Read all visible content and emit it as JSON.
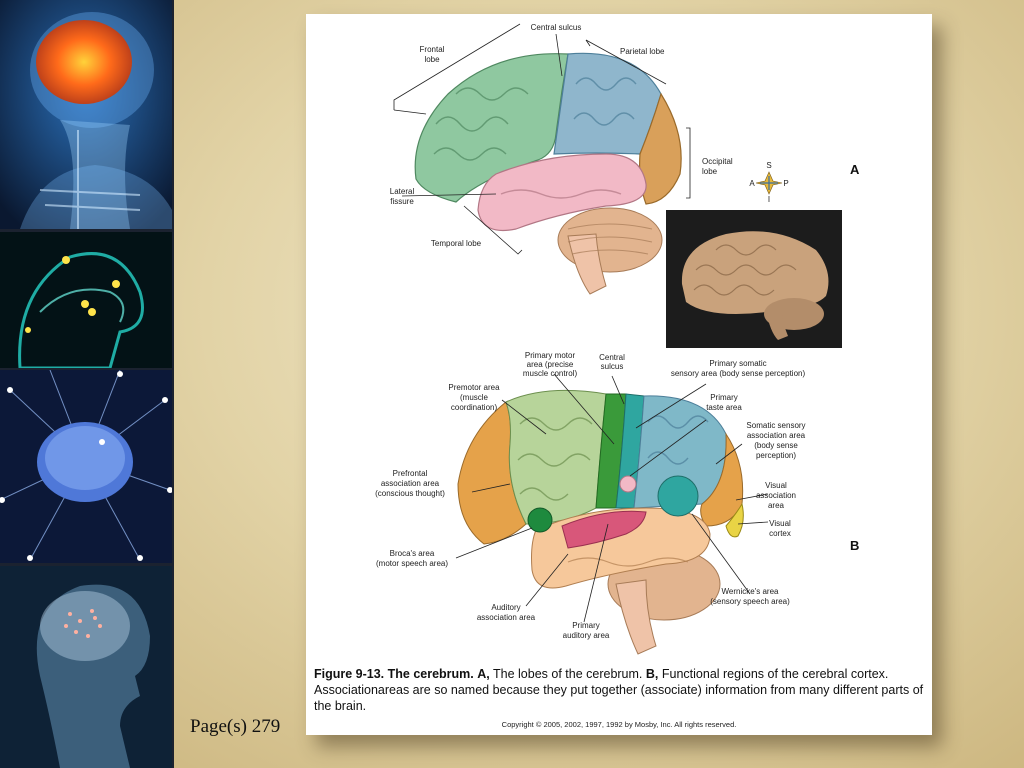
{
  "page_ref": "Page(s) 279",
  "colors": {
    "frontal": "#8fc8a0",
    "parietal": "#8fb6cc",
    "temporal": "#f2b9c6",
    "occipital": "#d9a05a",
    "cerebellum": "#e2b48f",
    "premotor": "#b7d49a",
    "primary_motor": "#3a9a3a",
    "somatic_sensory": "#7fb8c8",
    "prefrontal": "#e5a24a",
    "auditory": "#f6c89b",
    "visual": "#e9d445",
    "wernicke": "#2fa6a0",
    "broca": "#1e8a3e"
  },
  "figure_a": {
    "letter": "A",
    "labels": {
      "central_sulcus": "Central sulcus",
      "frontal_lobe_1": "Frontal",
      "frontal_lobe_2": "lobe",
      "parietal_lobe": "Parietal lobe",
      "occipital_lobe_1": "Occipital",
      "occipital_lobe_2": "lobe",
      "lateral_fissure_1": "Lateral",
      "lateral_fissure_2": "fissure",
      "temporal_lobe": "Temporal lobe"
    },
    "compass": {
      "s": "S",
      "a": "A",
      "p": "P",
      "i": "I"
    }
  },
  "figure_b": {
    "letter": "B",
    "labels": {
      "primary_motor_1": "Primary motor",
      "primary_motor_2": "area (precise",
      "primary_motor_3": "muscle control)",
      "central_sulcus_1": "Central",
      "central_sulcus_2": "sulcus",
      "primary_somatic_1": "Primary somatic",
      "primary_somatic_2": "sensory area (body sense perception)",
      "premotor_1": "Premotor area",
      "premotor_2": "(muscle",
      "premotor_3": "coordination)",
      "primary_taste_1": "Primary",
      "primary_taste_2": "taste area",
      "somatic_assoc_1": "Somatic sensory",
      "somatic_assoc_2": "association area",
      "somatic_assoc_3": "(body sense",
      "somatic_assoc_4": "perception)",
      "prefrontal_1": "Prefrontal",
      "prefrontal_2": "association area",
      "prefrontal_3": "(conscious thought)",
      "visual_assoc_1": "Visual",
      "visual_assoc_2": "association",
      "visual_assoc_3": "area",
      "visual_cortex_1": "Visual",
      "visual_cortex_2": "cortex",
      "broca_1": "Broca's area",
      "broca_2": "(motor speech area)",
      "wernicke_1": "Wernicke's area",
      "wernicke_2": "(sensory speech area)",
      "auditory_assoc_1": "Auditory",
      "auditory_assoc_2": "association area",
      "primary_auditory_1": "Primary",
      "primary_auditory_2": "auditory area"
    }
  },
  "caption": {
    "figure_num": "Figure 9-13. The cerebrum.",
    "a_bold": "A,",
    "a_text": "The lobes of the cerebrum.",
    "b_bold": "B,",
    "b_text": "Functional regions of the cerebral cortex. Associationareas are so named because they put together (associate) information from many different parts of the brain."
  },
  "copyright": "Copyright © 2005, 2002, 1997, 1992 by Mosby, Inc. All rights reserved."
}
